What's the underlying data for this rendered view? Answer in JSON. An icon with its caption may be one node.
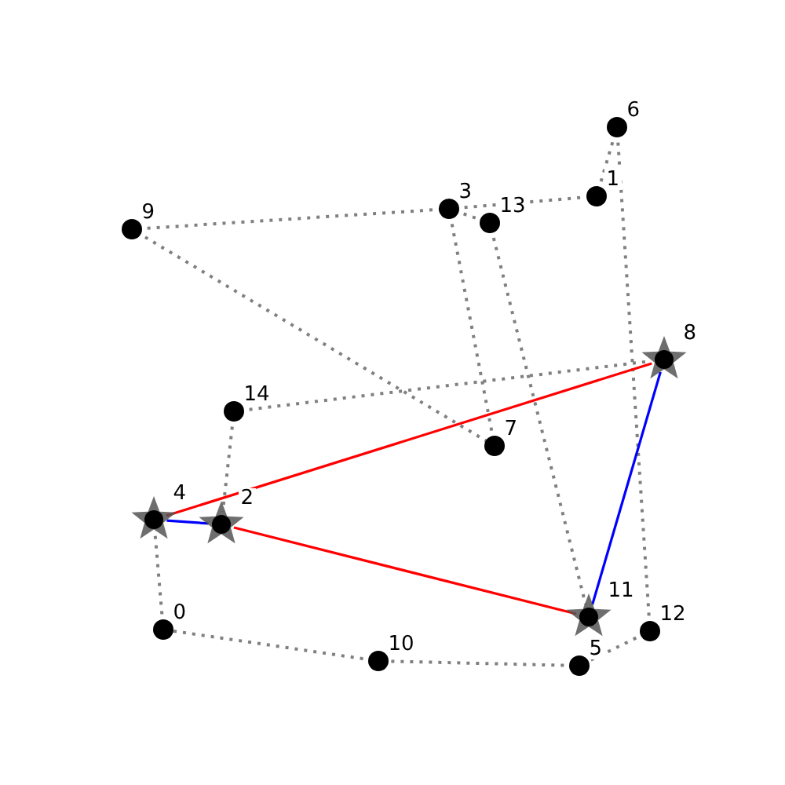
{
  "diagram": {
    "nodes": [
      {
        "text": [],
        "shape": "circle",
        "beside": [
          "0"
        ]
      },
      {
        "text": [],
        "shape": "circle",
        "beside": [
          "1"
        ]
      },
      {
        "text": [],
        "shape": "star",
        "beside": [
          "2"
        ]
      },
      {
        "text": [],
        "shape": "circle",
        "beside": [
          "3"
        ]
      },
      {
        "text": [],
        "shape": "star",
        "beside": [
          "4"
        ]
      },
      {
        "text": [],
        "shape": "circle",
        "beside": [
          "5"
        ]
      },
      {
        "text": [],
        "shape": "circle",
        "beside": [
          "6"
        ]
      },
      {
        "text": [],
        "shape": "circle",
        "beside": [
          "7"
        ]
      },
      {
        "text": [],
        "shape": "star",
        "beside": [
          "8"
        ]
      },
      {
        "text": [],
        "shape": "circle",
        "beside": [
          "9"
        ]
      },
      {
        "text": [],
        "shape": "circle",
        "beside": [
          "10"
        ]
      },
      {
        "text": [],
        "shape": "star",
        "beside": [
          "11"
        ]
      },
      {
        "text": [],
        "shape": "circle",
        "beside": [
          "12"
        ]
      },
      {
        "text": [],
        "shape": "circle",
        "beside": [
          "13"
        ]
      },
      {
        "text": [],
        "shape": "circle",
        "beside": [
          "14"
        ]
      }
    ],
    "edges": [
      {
        "from": 9,
        "to": 3,
        "arrow": "none",
        "style": "dashed"
      },
      {
        "from": 3,
        "to": 1,
        "arrow": "none",
        "style": "dashed"
      },
      {
        "from": 3,
        "to": 13,
        "arrow": "none",
        "style": "dashed"
      },
      {
        "from": 1,
        "to": 6,
        "arrow": "none",
        "style": "dashed"
      },
      {
        "from": 6,
        "to": 12,
        "arrow": "none",
        "style": "dashed"
      },
      {
        "from": 12,
        "to": 5,
        "arrow": "none",
        "style": "dashed"
      },
      {
        "from": 5,
        "to": 10,
        "arrow": "none",
        "style": "dashed"
      },
      {
        "from": 10,
        "to": 0,
        "arrow": "none",
        "style": "dashed"
      },
      {
        "from": 0,
        "to": 4,
        "arrow": "none",
        "style": "dashed"
      },
      {
        "from": 14,
        "to": 2,
        "arrow": "none",
        "style": "dashed"
      },
      {
        "from": 14,
        "to": 8,
        "arrow": "none",
        "style": "dashed"
      },
      {
        "from": 9,
        "to": 7,
        "arrow": "none",
        "style": "dashed"
      },
      {
        "from": 3,
        "to": 7,
        "arrow": "none",
        "style": "dashed"
      },
      {
        "from": 13,
        "to": 11,
        "arrow": "none",
        "style": "dashed"
      },
      {
        "from": 4,
        "to": 8,
        "arrow": "none",
        "color": "#ff0000"
      },
      {
        "from": 2,
        "to": 11,
        "arrow": "none",
        "color": "#ff0000"
      },
      {
        "from": 4,
        "to": 2,
        "arrow": "none",
        "color": "#0000ff"
      },
      {
        "from": 11,
        "to": 8,
        "arrow": "none",
        "color": "#0000ff"
      }
    ]
  }
}
